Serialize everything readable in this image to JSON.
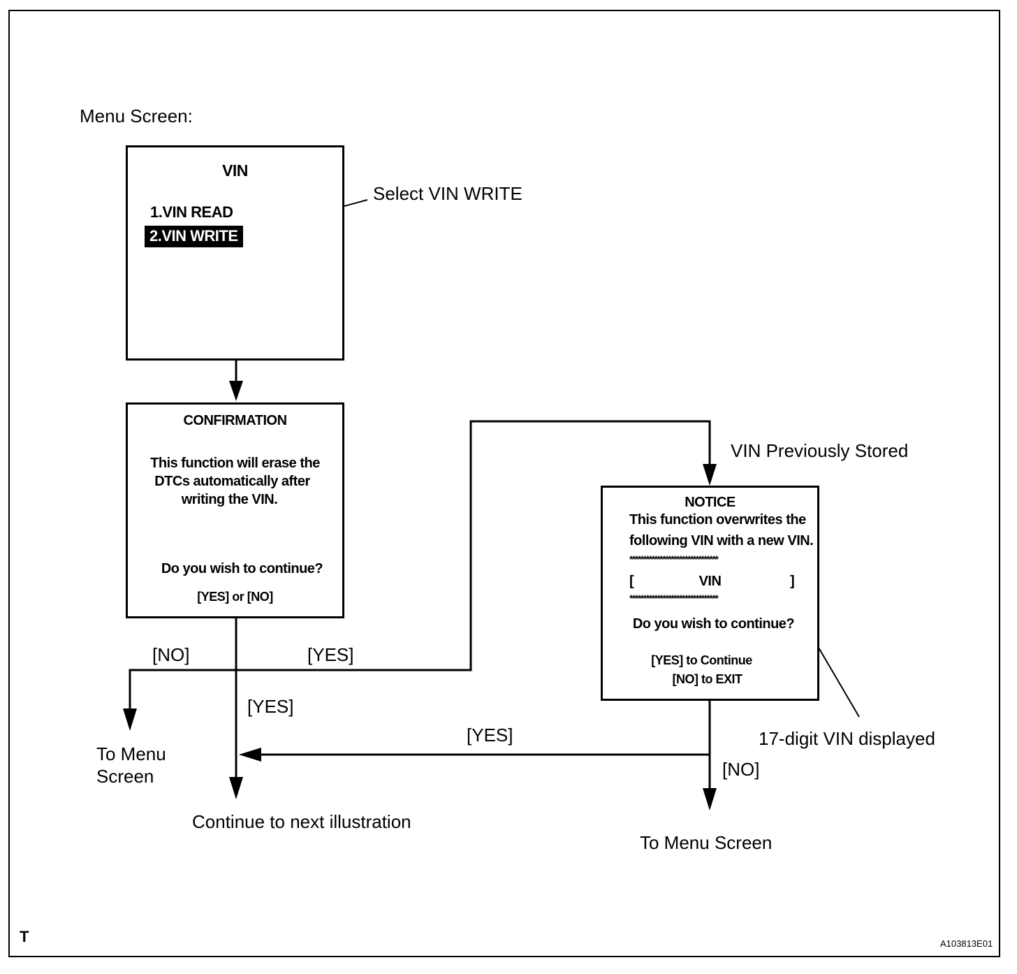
{
  "header": {
    "menu_screen_label": "Menu Screen:"
  },
  "vin_screen": {
    "title": "VIN",
    "item1": "1.VIN READ",
    "item2": "2.VIN WRITE"
  },
  "select_callout": "Select VIN WRITE",
  "confirmation_screen": {
    "title": "CONFIRMATION",
    "line1": "This function will erase the",
    "line2": "DTCs automatically after",
    "line3": "writing the VIN.",
    "question": "Do you wish to continue?",
    "options": "[YES] or [NO]"
  },
  "notice_screen": {
    "title": "NOTICE",
    "line1": "This function overwrites the",
    "line2": "following VIN with a new VIN.",
    "stars": "********************************",
    "bracket_open": "[",
    "vin_placeholder": "VIN",
    "bracket_close": "]",
    "question": "Do you wish to continue?",
    "option_yes": "[YES] to Continue",
    "option_no": "[NO] to EXIT"
  },
  "flow_labels": {
    "vin_previously_stored": "VIN Previously Stored",
    "no_left": "[NO]",
    "yes_branch": "[YES]",
    "yes_down": "[YES]",
    "yes_back": "[YES]",
    "no_notice": "[NO]",
    "to_menu_screen_left_line1": "To Menu",
    "to_menu_screen_left_line2": "Screen",
    "continue_next": "Continue to next illustration",
    "to_menu_screen_right": "To Menu Screen",
    "vin_displayed_callout": "17-digit VIN displayed"
  },
  "footer": {
    "corner_mark": "T",
    "figure_id": "A103813E01"
  }
}
